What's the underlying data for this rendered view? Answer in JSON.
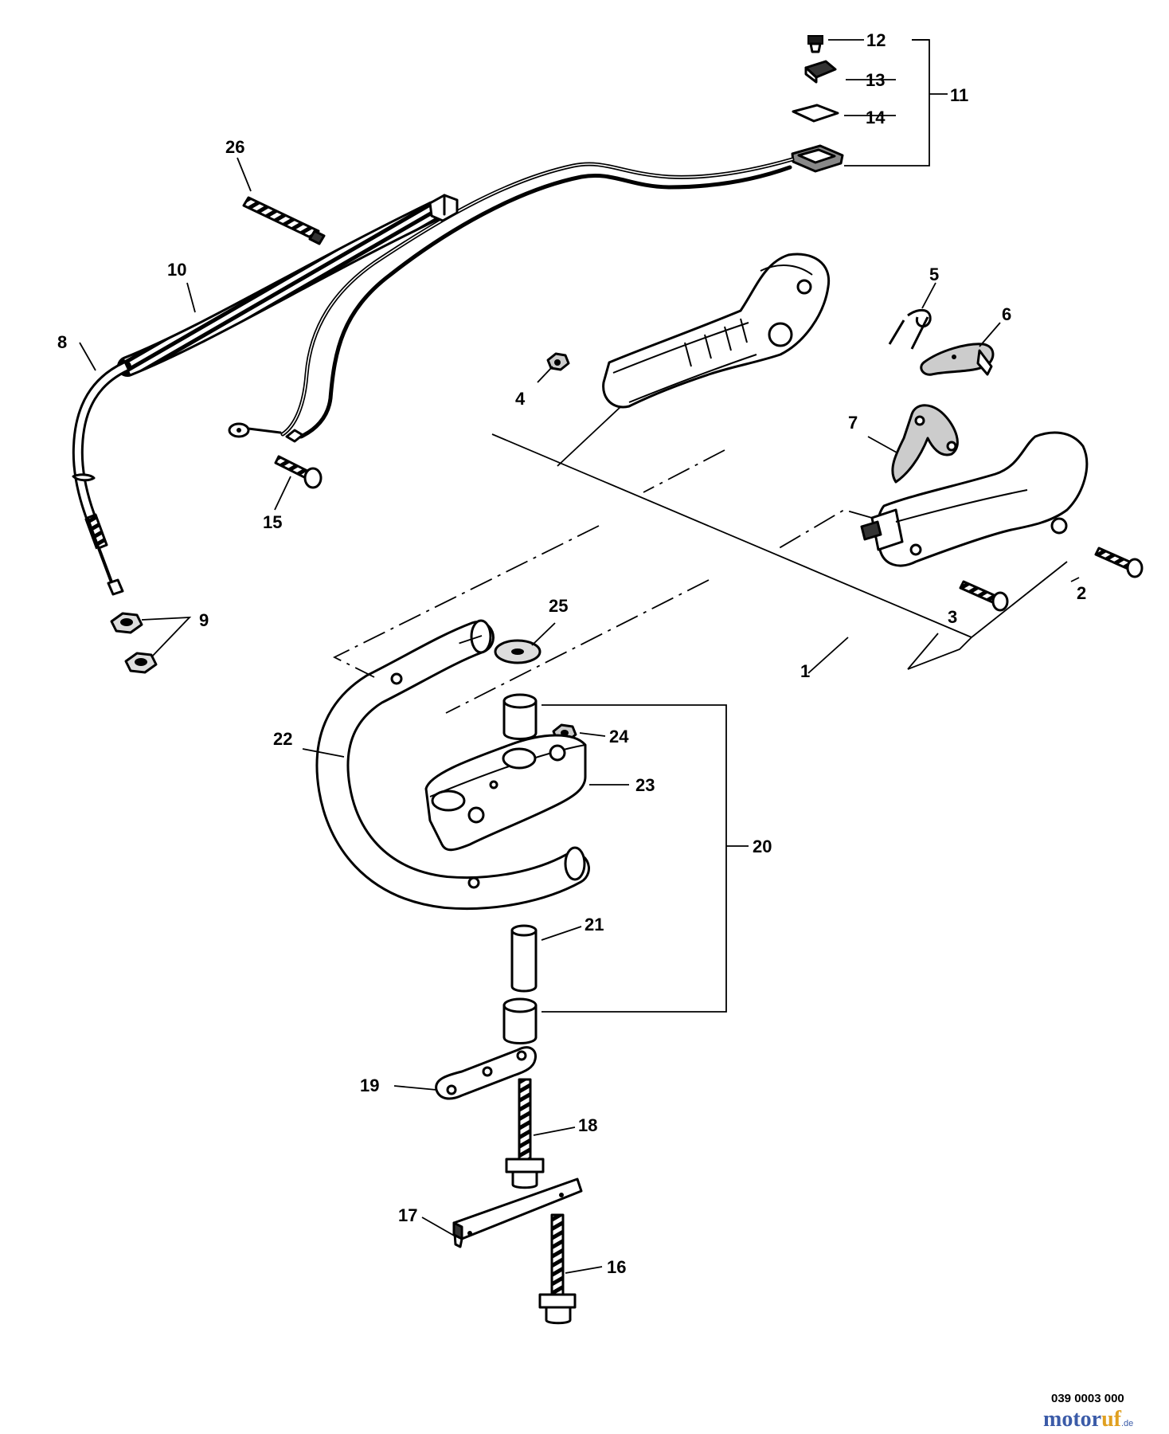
{
  "callouts": [
    "1",
    "2",
    "3",
    "4",
    "5",
    "6",
    "7",
    "8",
    "9",
    "10",
    "11",
    "12",
    "13",
    "14",
    "15",
    "16",
    "17",
    "18",
    "19",
    "20",
    "21",
    "22",
    "23",
    "24",
    "25",
    "26"
  ],
  "drawing_number": "039 0003 000",
  "watermark": {
    "brand_a": "motor",
    "brand_b": "uf",
    "suffix": ".de"
  }
}
